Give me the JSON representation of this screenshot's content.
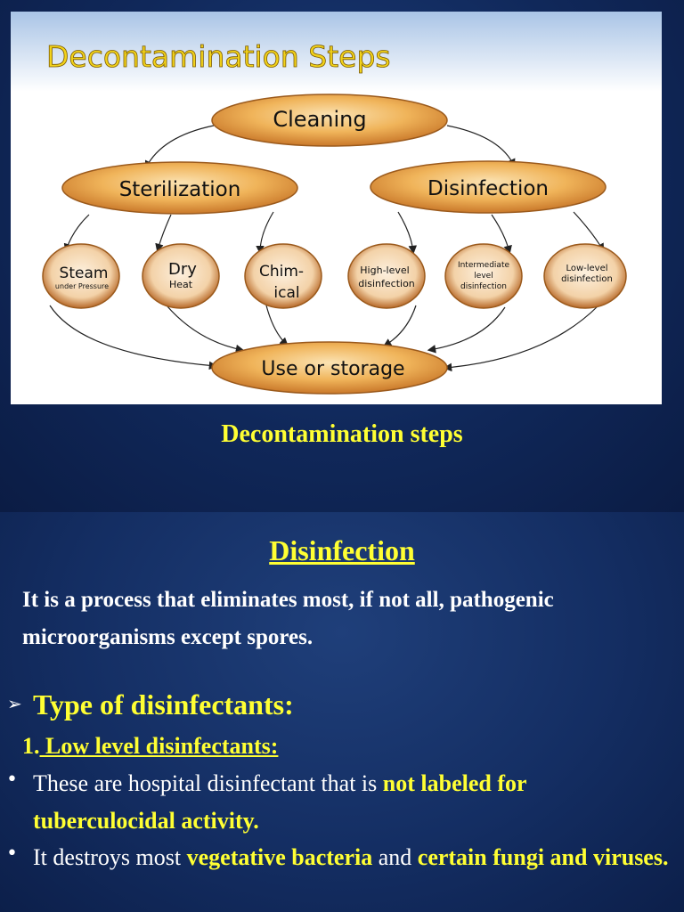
{
  "slide1": {
    "diagram": {
      "title": "Decontamination Steps",
      "nodes": {
        "cleaning": "Cleaning",
        "sterilization": "Sterilization",
        "disinfection": "Disinfection",
        "use_storage": "Use or storage"
      },
      "circles": {
        "steam_title": "Steam",
        "steam_sub": "under Pressure",
        "dry_title": "Dry",
        "dry_sub": "Heat",
        "chim_line1": "Chim-",
        "chim_line2": "ical",
        "high_line1": "High-level",
        "high_line2": "disinfection",
        "inter_line1": "Intermediate",
        "inter_line2": "level",
        "inter_line3": "disinfection",
        "low_line1": "Low-level",
        "low_line2": "disinfection"
      }
    },
    "caption": "Decontamination steps"
  },
  "slide2": {
    "title": "Disinfection",
    "definition": "It is a process that eliminates most, if not all, pathogenic microorganisms except spores.",
    "type_heading": "Type of disinfectants:",
    "sub_number": "1.",
    "sub_heading": " Low level disinfectants:",
    "bullet1": {
      "text": "These are hospital disinfectant that is ",
      "highlight": "not labeled for tuberculocidal activity."
    },
    "bullet2": {
      "text1": "It destroys most ",
      "highlight1": "vegetative bacteria",
      "text2": " and ",
      "highlight2": "certain fungi and viruses."
    },
    "colors": {
      "highlight": "#ffff33",
      "background": "#142e63",
      "node_fill": "#e9a449"
    }
  }
}
